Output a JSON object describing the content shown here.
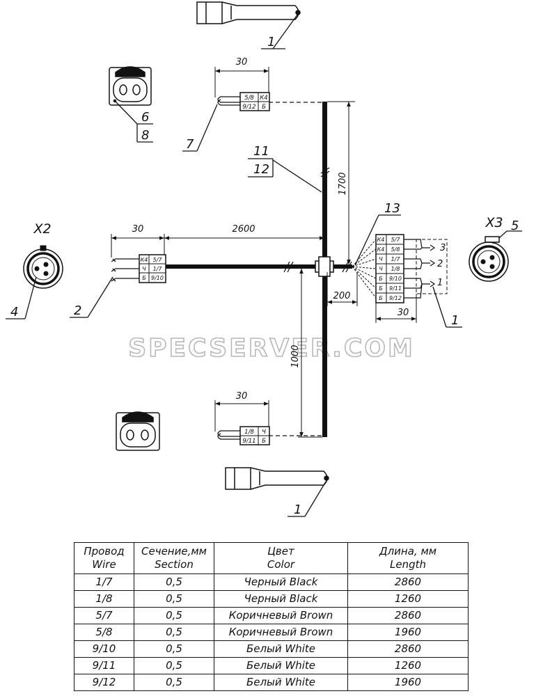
{
  "watermark": "SPECSERVER.COM",
  "callouts": {
    "part_1_top": "1",
    "part_1_right": "1",
    "part_1_bottom": "1",
    "part_2": "2",
    "part_4": "4",
    "part_5": "5",
    "part_6": "6",
    "part_7": "7",
    "part_8": "8",
    "part_11": "11",
    "part_12": "12",
    "part_13": "13"
  },
  "connectors": {
    "x2": "X2",
    "x3": "X3"
  },
  "dimensions": {
    "top_branch_30": "30",
    "left_branch_30": "30",
    "left_branch_2600": "2600",
    "vertical_1700": "1700",
    "vertical_1000": "1000",
    "right_200": "200",
    "right_30": "30",
    "bottom_branch_30": "30"
  },
  "blocks": {
    "top": [
      [
        "5/8",
        "К4"
      ],
      [
        "9/12",
        "Б"
      ]
    ],
    "left": [
      [
        "К4",
        "5/7"
      ],
      [
        "Ч",
        "1/7"
      ],
      [
        "Б",
        "9/10"
      ]
    ],
    "right": [
      [
        "К4",
        "5/7"
      ],
      [
        "К4",
        "5/8"
      ],
      [
        "Ч",
        "1/7"
      ],
      [
        "Ч",
        "1/8"
      ],
      [
        "Б",
        "9/10"
      ],
      [
        "Б",
        "9/11"
      ],
      [
        "Б",
        "9/12"
      ]
    ],
    "bottom": [
      [
        "1/8",
        "Ч"
      ],
      [
        "9/11",
        "Б"
      ]
    ]
  },
  "pins": {
    "p1": "1",
    "p2": "2",
    "p3": "3"
  },
  "table": {
    "headers": {
      "wire_ru": "Провод",
      "wire_en": "Wire",
      "section_ru": "Сечение,мм",
      "section_en": "Section",
      "color_ru": "Цвет",
      "color_en": "Color",
      "length_ru": "Длина, мм",
      "length_en": "Length"
    },
    "rows": [
      {
        "wire": "1/7",
        "section": "0,5",
        "color": "Черный Black",
        "length": "2860"
      },
      {
        "wire": "1/8",
        "section": "0,5",
        "color": "Черный Black",
        "length": "1260"
      },
      {
        "wire": "5/7",
        "section": "0,5",
        "color": "Коричневый Brown",
        "length": "2860"
      },
      {
        "wire": "5/8",
        "section": "0,5",
        "color": "Коричневый Brown",
        "length": "1960"
      },
      {
        "wire": "9/10",
        "section": "0,5",
        "color": "Белый White",
        "length": "2860"
      },
      {
        "wire": "9/11",
        "section": "0,5",
        "color": "Белый White",
        "length": "1260"
      },
      {
        "wire": "9/12",
        "section": "0,5",
        "color": "Белый White",
        "length": "1960"
      }
    ]
  }
}
